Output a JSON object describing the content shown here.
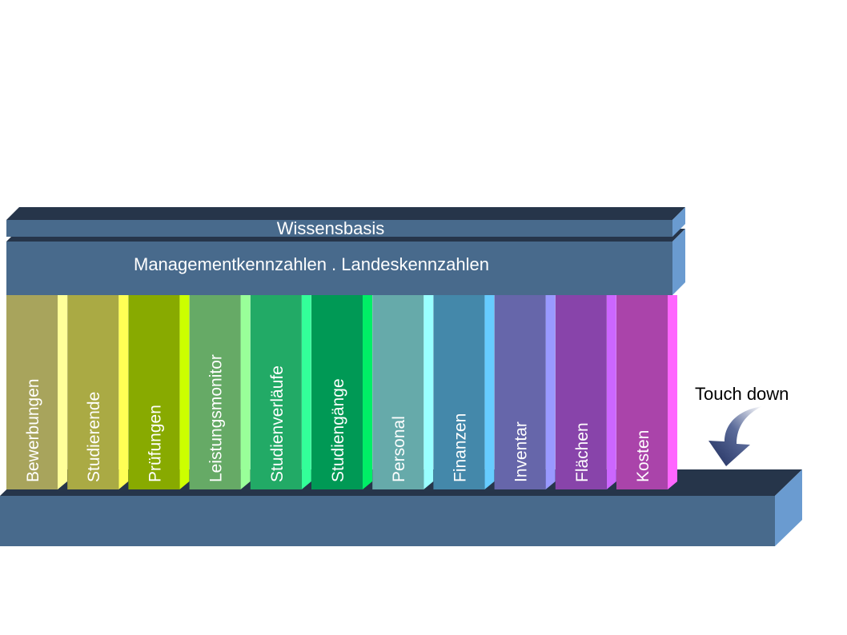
{
  "wissensbasis_label": "Wissensbasis",
  "management_label": "Managementkennzahlen . Landeskennzahlen",
  "touch_down_label": "Touch down",
  "colors": {
    "slab_front": "#486a8c",
    "slab_top": "#26354a",
    "slab_side": "#6a9bd0",
    "arrow": "#1f2d5c"
  },
  "pillars": [
    {
      "label": "Bewerbungen",
      "front": "#a8a45c",
      "side": "#ffff99"
    },
    {
      "label": "Studierende",
      "front": "#aaaa44",
      "side": "#ffff55"
    },
    {
      "label": "Prüfungen",
      "front": "#88aa00",
      "side": "#ccff00"
    },
    {
      "label": "Leistungsmonitor",
      "front": "#66aa66",
      "side": "#99ff99"
    },
    {
      "label": "Studienverläufe",
      "front": "#22aa66",
      "side": "#33ff99"
    },
    {
      "label": "Studiengänge",
      "front": "#009955",
      "side": "#00ee66"
    },
    {
      "label": "Personal",
      "front": "#66aaaa",
      "side": "#99ffff"
    },
    {
      "label": "Finanzen",
      "front": "#4488aa",
      "side": "#66ccff"
    },
    {
      "label": "Inventar",
      "front": "#6666aa",
      "side": "#9999ff"
    },
    {
      "label": "Flächen",
      "front": "#8844aa",
      "side": "#cc66ff"
    },
    {
      "label": "Kosten",
      "front": "#aa44aa",
      "side": "#ff66ff"
    }
  ]
}
